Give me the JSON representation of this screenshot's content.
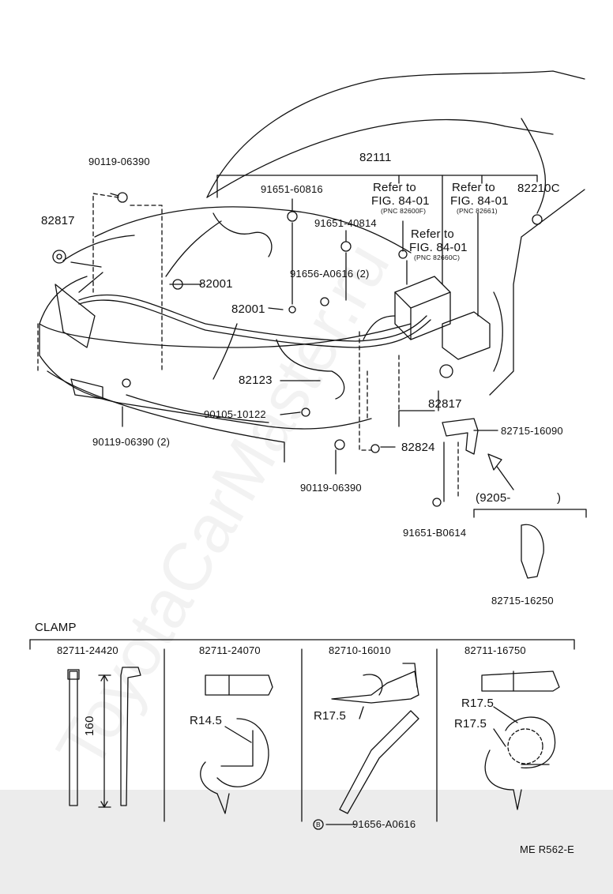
{
  "labels": {
    "p90119_top": "90119-06390",
    "p82111": "82111",
    "p91651_60816": "91651-60816",
    "refer1_a": "Refer to",
    "refer1_b": "FIG. 84-01",
    "refer1_c": "(PNC 82600F)",
    "refer2_a": "Refer to",
    "refer2_b": "FIG. 84-01",
    "refer2_c": "(PNC 82661)",
    "p82210c": "82210C",
    "p82817_left": "82817",
    "p91651_40814": "91651-40814",
    "refer3_a": "Refer to",
    "refer3_b": "FIG. 84-01",
    "refer3_c": "(PNC 82660C)",
    "p91656_a0616_2": "91656-A0616 (2)",
    "p82001_left": "82001",
    "p82001_mid": "82001",
    "p82123": "82123",
    "p82817_right": "82817",
    "p90105": "90105-10122",
    "p82715_16090": "82715-16090",
    "p90119_2": "90119-06390 (2)",
    "p82824": "82824",
    "p90119_bottom": "90119-06390",
    "p9205": "(9205-",
    "p9205_close": ")",
    "p91651_b0614": "91651-B0614",
    "p82715_16250": "82715-16250",
    "clamp": "CLAMP",
    "c1": "82711-24420",
    "c2": "82711-24070",
    "c3": "82710-16010",
    "c4": "82711-16750",
    "dim160": "160",
    "r14_5": "R14.5",
    "r17_5_a": "R17.5",
    "r17_5_b": "R17.5",
    "r17_5_c": "R17.5",
    "p91656_a0616": "91656-A0616",
    "b_mark": "B",
    "footer": "ME  R562-E",
    "watermark": "ToyotaCarMaster.ru"
  }
}
